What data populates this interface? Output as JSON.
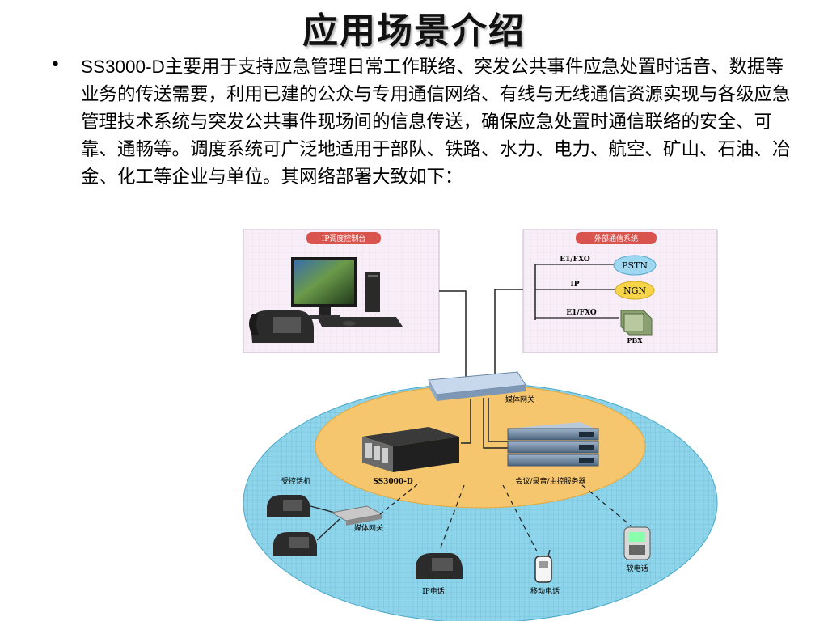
{
  "slide": {
    "title": "应用场景介绍",
    "bullet_lead": "SS3000-D",
    "bullet_body": "主要用于支持应急管理日常工作联络、突发公共事件应急处置时话音、数据等业务的传送需要，利用已建的公众与专用通信网络、有线与无线通信资源实现与各级应急管理技术系统与突发公共事件现场间的信息传送，确保应急处置时通信联络的安全、可靠、通畅等。调度系统可广泛地适用于部队、铁路、水力、电力、航空、矿山、石油、冶金、化工等企业与单位。其网络部署大致如下："
  },
  "diagram": {
    "ip_console_label": "IP调度控制台",
    "external_system_label": "外部通信系统",
    "link_e1fxo_top": "E1/FXO",
    "link_ip": "IP",
    "link_e1fxo_bottom": "E1/FXO",
    "pstn": "PSTN",
    "ngn": "NGN",
    "pbx": "PBX",
    "media_gateway_top": "媒体网关",
    "ss3000d": "SS3000-D",
    "servers": "会议/录音/主控服务器",
    "controlled_phones": "受控话机",
    "media_gateway_bottom": "媒体网关",
    "ip_phone": "IP电话",
    "mobile_phone": "移动电话",
    "soft_phone": "软电话",
    "colors": {
      "console_bg": "#f7eef7",
      "label_badge": "#d9534f",
      "ellipse_outer": "#8fd4ea",
      "ellipse_inner": "#f6c66e",
      "cloud_pstn": "#9fd6f0",
      "cloud_ngn": "#f8d548"
    }
  }
}
